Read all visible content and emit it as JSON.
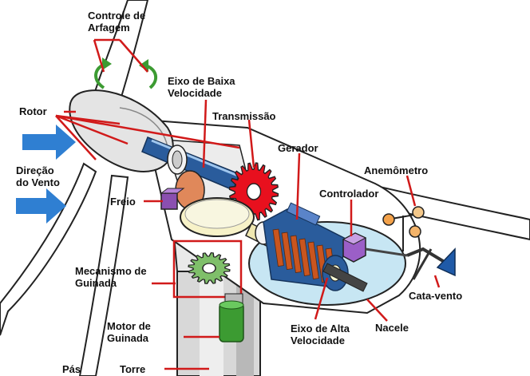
{
  "labels": {
    "controle_arfagem": [
      "Controle de",
      "Arfagem"
    ],
    "eixo_baixa": [
      "Eixo de Baixa",
      "Velocidade"
    ],
    "rotor": "Rotor",
    "transmissao": "Transmissão",
    "gerador": "Gerador",
    "direcao_vento": [
      "Direção",
      "do Vento"
    ],
    "anemometro": "Anemômetro",
    "freio": "Freio",
    "controlador": "Controlador",
    "mecanismo_guinada": [
      "Mecanismo de",
      "Guinada"
    ],
    "cata_vento": "Cata-vento",
    "motor_guinada": [
      "Motor de",
      "Guinada"
    ],
    "eixo_alta": [
      "Eixo de Alta",
      "Velocidade"
    ],
    "nacele": "Nacele",
    "pas": "Pás",
    "torre": "Torre"
  },
  "colors": {
    "leader": "#d11a1a",
    "wind_arrow": "#2f7fd2",
    "gear": "#e8101e",
    "shaft": "#2a5c9c",
    "generator_coil": "#c9551f",
    "controller": "#9b5fc7",
    "brake": "#8a4fb0",
    "yaw_gear": "#7fbf6a",
    "yaw_motor": "#3c9b32",
    "wind_vane": "#1f5aa8",
    "nacelle_window": "#c7e6f3",
    "tower": "#d4d4d4"
  },
  "icons": [
    "pitch-arrow-icon",
    "wind-direction-arrow-icon",
    "gear-icon",
    "anemometer-icon",
    "wind-vane-icon"
  ]
}
